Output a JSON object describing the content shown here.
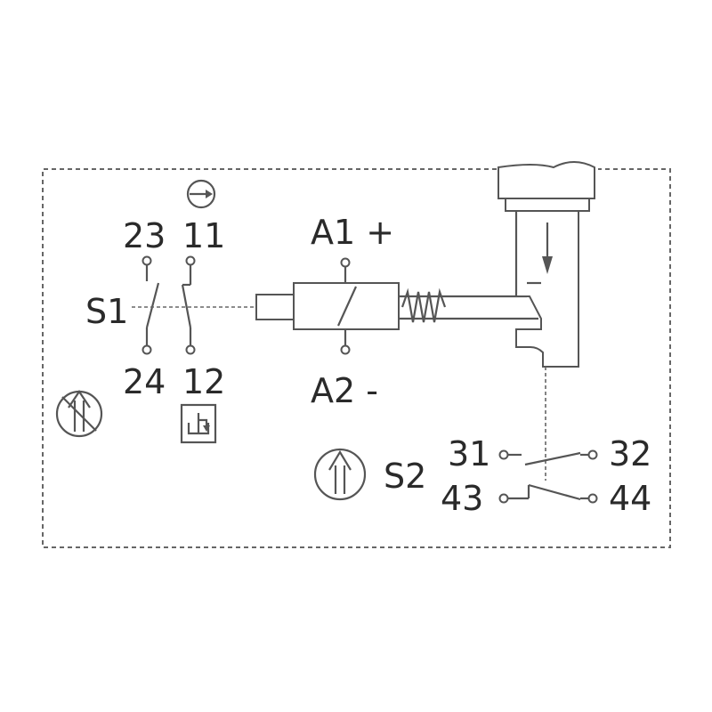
{
  "s1": {
    "name": "S1",
    "terminal_23": "23",
    "terminal_11": "11",
    "terminal_24": "24",
    "terminal_12": "12"
  },
  "coil": {
    "a1": "A1 +",
    "a2": "A2 -"
  },
  "s2": {
    "name": "S2",
    "terminal_31": "31",
    "terminal_32": "32",
    "terminal_43": "43",
    "terminal_44": "44"
  },
  "icons": {
    "timer": "clock-arrow-icon",
    "no_manual_release": "crossed-double-arrow-icon",
    "locking": "latch-lock-icon",
    "actuator_release": "double-arrow-up-icon",
    "actuator_direction": "arrow-down-icon"
  },
  "colors": {
    "line": "#555555",
    "text": "#2a2a2a",
    "background": "#ffffff"
  }
}
